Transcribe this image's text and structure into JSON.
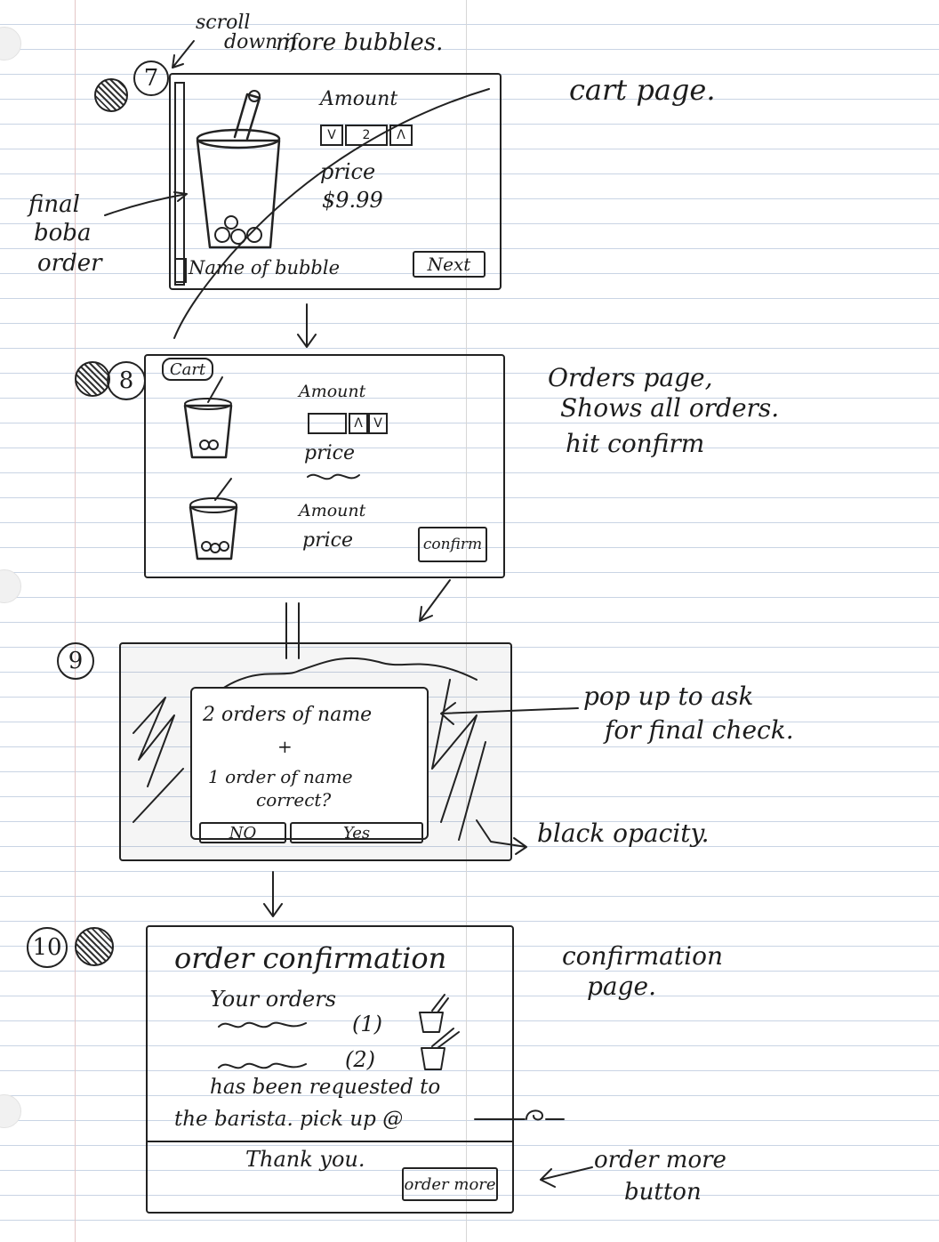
{
  "annotations": {
    "scroll_note_line1": "scroll",
    "scroll_note_line2": "down if",
    "scroll_note_line3": "more bubbles.",
    "final_boba_line1": "final",
    "final_boba_line2": "boba",
    "final_boba_line3": "order",
    "cart_page": "cart page.",
    "orders_page_line1": "Orders page,",
    "orders_page_line2": "Shows all orders.",
    "orders_page_line3": "hit confirm",
    "popup_line1": "pop up to ask",
    "popup_line2": "for final check.",
    "black_opacity": "black opacity.",
    "confirmation_page_line1": "confirmation",
    "confirmation_page_line2": "page.",
    "order_more_button_line1": "order more",
    "order_more_button_line2": "button"
  },
  "steps": [
    "7",
    "8",
    "9",
    "10"
  ],
  "cart_screen": {
    "amount_label": "Amount",
    "stepper_down": "V",
    "stepper_value": "2",
    "stepper_up": "Λ",
    "price_label": "price",
    "price_value": "$9.99",
    "name_label": "Name of bubble",
    "next_button": "Next"
  },
  "orders_screen": {
    "cart_button": "Cart",
    "item1_amount": "Amount",
    "item1_stepper_up": "Λ",
    "item1_stepper_down": "V",
    "item1_price": "price",
    "item2_amount": "Amount",
    "item2_price": "price",
    "confirm_button": "confirm"
  },
  "popup_screen": {
    "line1": "2 orders of name",
    "line2": "+",
    "line3": "1 order of name",
    "line4": "correct?",
    "no_button": "NO",
    "yes_button": "Yes"
  },
  "confirmation_screen": {
    "title": "order confirmation",
    "your_orders": "Your orders",
    "qty1": "(1)",
    "qty2": "(2)",
    "requested_line": "has been requested to",
    "barista_line": "the barista. pick up @",
    "thank_you": "Thank you.",
    "order_more_button": "order more"
  }
}
